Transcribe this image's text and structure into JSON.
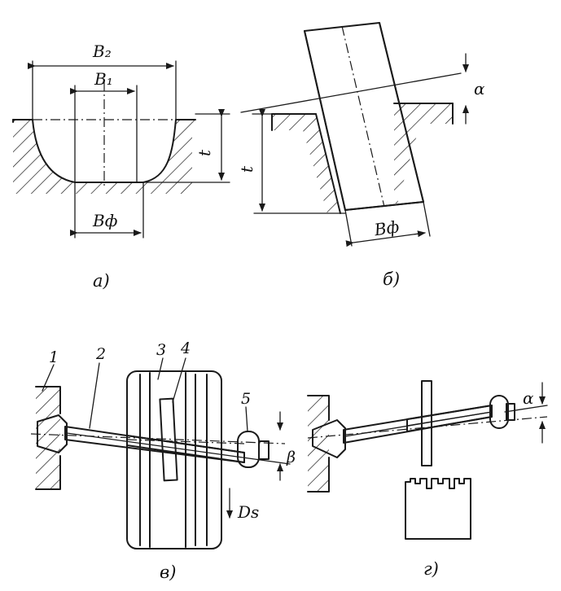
{
  "panel_a": {
    "top_width_label": "B₂",
    "mid_width_label": "B₁",
    "bottom_width_label": "Bф",
    "depth_label": "t",
    "caption": "а)"
  },
  "panel_b": {
    "angle_label": "α",
    "depth_label": "t",
    "width_label": "Bф",
    "caption": "б)"
  },
  "panel_v": {
    "part_1": "1",
    "part_2": "2",
    "part_3": "3",
    "part_4": "4",
    "part_5": "5",
    "angle_label": "β",
    "feed_label": "Ds",
    "caption": "в)"
  },
  "panel_g": {
    "angle_label": "α",
    "caption": "г)"
  }
}
